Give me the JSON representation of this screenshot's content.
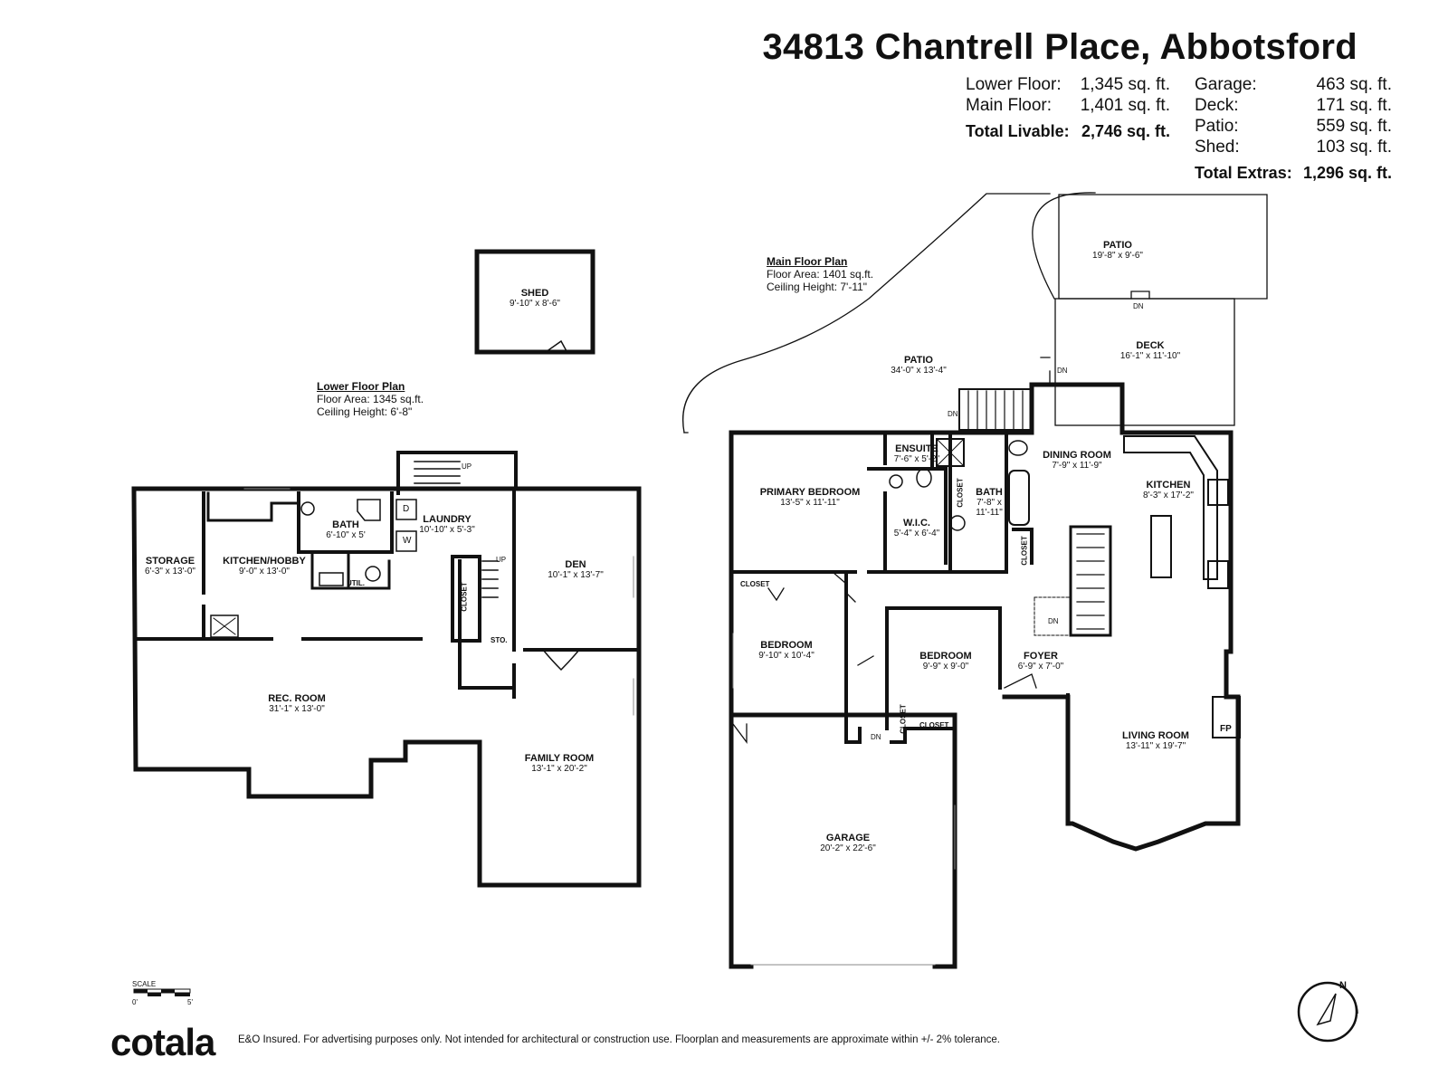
{
  "header": {
    "address": "34813 Chantrell Place, Abbotsford"
  },
  "areas": {
    "lower_label": "Lower Floor:",
    "lower_value": "1,345 sq. ft.",
    "main_label": "Main Floor:",
    "main_value": "1,401 sq. ft.",
    "total_livable_label": "Total Livable:",
    "total_livable_value": "2,746 sq. ft.",
    "garage_label": "Garage:",
    "garage_value": "463 sq. ft.",
    "deck_label": "Deck:",
    "deck_value": "171 sq. ft.",
    "patio_label": "Patio:",
    "patio_value": "559 sq. ft.",
    "shed_label": "Shed:",
    "shed_value": "103 sq. ft.",
    "total_extras_label": "Total Extras:",
    "total_extras_value": "1,296 sq. ft."
  },
  "lower_plan": {
    "title": "Lower Floor Plan",
    "area": "Floor Area: 1345 sq.ft.",
    "ceiling": "Ceiling Height: 6'-8\"",
    "rooms": {
      "shed": {
        "name": "SHED",
        "dims": "9'-10\" x 8'-6\""
      },
      "storage": {
        "name": "STORAGE",
        "dims": "6'-3\" x 13'-0\""
      },
      "kitchen_hobby": {
        "name": "KITCHEN/HOBBY",
        "dims": "9'-0\" x 13'-0\""
      },
      "bath": {
        "name": "BATH",
        "dims": "6'-10\" x 5'"
      },
      "laundry": {
        "name": "LAUNDRY",
        "dims": "10'-10\" x 5'-3\""
      },
      "den": {
        "name": "DEN",
        "dims": "10'-1\" x 13'-7\""
      },
      "rec_room": {
        "name": "REC. ROOM",
        "dims": "31'-1\" x 13'-0\""
      },
      "family_room": {
        "name": "FAMILY ROOM",
        "dims": "13'-1\" x 20'-2\""
      }
    },
    "labels": {
      "util": "UTIL.",
      "sto": "STO.",
      "closet": "CLOSET",
      "up": "UP",
      "d": "D",
      "w": "W"
    }
  },
  "main_plan": {
    "title": "Main Floor Plan",
    "area": "Floor Area: 1401 sq.ft.",
    "ceiling": "Ceiling Height: 7'-11\"",
    "rooms": {
      "patio_upper": {
        "name": "PATIO",
        "dims": "19'-8\" x 9'-6\""
      },
      "patio_lower": {
        "name": "PATIO",
        "dims": "34'-0\" x 13'-4\""
      },
      "deck": {
        "name": "DECK",
        "dims": "16'-1\" x 11'-10\""
      },
      "ensuite": {
        "name": "ENSUITE",
        "dims": "7'-6\" x 5'-2\""
      },
      "primary_bedroom": {
        "name": "PRIMARY BEDROOM",
        "dims": "13'-5\" x 11'-11\""
      },
      "wic": {
        "name": "W.I.C.",
        "dims": "5'-4\" x 6'-4\""
      },
      "bath": {
        "name": "BATH",
        "dims": "7'-8\" x 11'-11\""
      },
      "dining_room": {
        "name": "DINING ROOM",
        "dims": "7'-9\" x 11'-9\""
      },
      "kitchen": {
        "name": "KITCHEN",
        "dims": "8'-3\" x 17'-2\""
      },
      "bedroom1": {
        "name": "BEDROOM",
        "dims": "9'-10\" x 10'-4\""
      },
      "bedroom2": {
        "name": "BEDROOM",
        "dims": "9'-9\" x 9'-0\""
      },
      "foyer": {
        "name": "FOYER",
        "dims": "6'-9\" x 7'-0\""
      },
      "living_room": {
        "name": "LIVING ROOM",
        "dims": "13'-11\" x 19'-7\""
      },
      "garage": {
        "name": "GARAGE",
        "dims": "20'-2\" x 22'-6\""
      }
    },
    "labels": {
      "closet": "CLOSET",
      "dn": "DN",
      "fp": "FP"
    }
  },
  "scale": {
    "label": "SCALE",
    "start": "0'",
    "end": "5'"
  },
  "compass": {
    "north": "N"
  },
  "footer": {
    "logo": "cotala",
    "disclaimer": "E&O Insured. For advertising purposes only. Not intended for architectural or construction use. Floorplan and measurements are approximate within +/- 2% tolerance."
  },
  "colors": {
    "wall": "#111111",
    "text": "#111111",
    "background": "#ffffff"
  }
}
